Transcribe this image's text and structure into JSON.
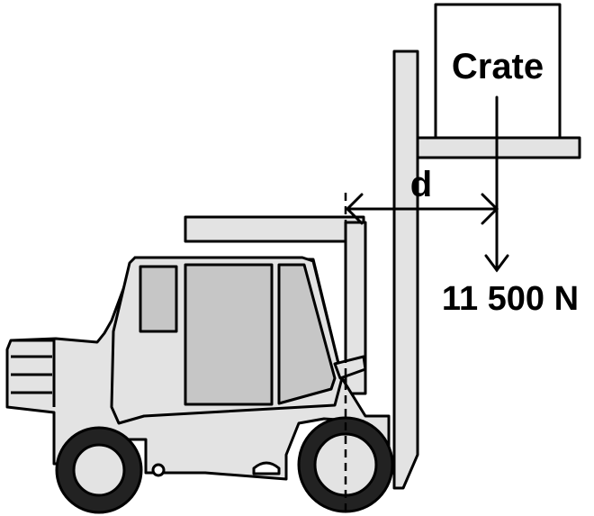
{
  "labels": {
    "crate": "Crate",
    "distance": "d",
    "force": "11 500 N"
  },
  "colors": {
    "body_fill": "#e3e3e3",
    "window_fill": "#c6c6c6",
    "tire_fill": "#222222",
    "stroke": "#000000",
    "background": "#ffffff"
  },
  "icons": {
    "forklift": "forklift-icon",
    "crate": "crate-icon",
    "force_arrow": "arrow-down-icon",
    "dimension": "double-arrow-icon"
  }
}
